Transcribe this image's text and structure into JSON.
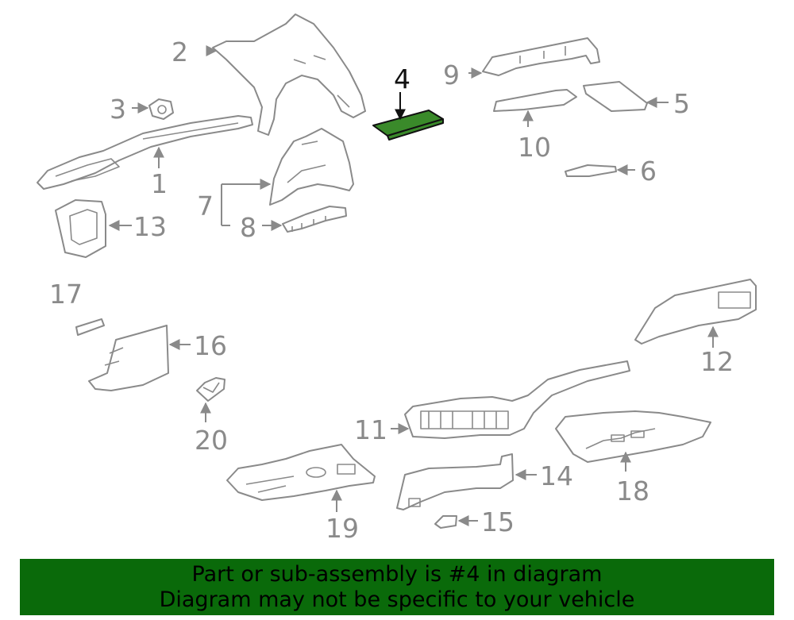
{
  "highlighted_part": "4",
  "colors": {
    "highlight": "#3a8a2a",
    "banner": "#0a6a0a",
    "parts": "#8a8a8a"
  },
  "callouts": {
    "c1": "1",
    "c2": "2",
    "c3": "3",
    "c4": "4",
    "c5": "5",
    "c6": "6",
    "c7": "7",
    "c8": "8",
    "c9": "9",
    "c10": "10",
    "c11": "11",
    "c12": "12",
    "c13": "13",
    "c14": "14",
    "c15": "15",
    "c16": "16",
    "c17": "17",
    "c18": "18",
    "c19": "19",
    "c20": "20"
  },
  "banner": {
    "line1": "Part or sub-assembly is #4 in diagram",
    "line2": "Diagram may not be specific to your vehicle"
  }
}
